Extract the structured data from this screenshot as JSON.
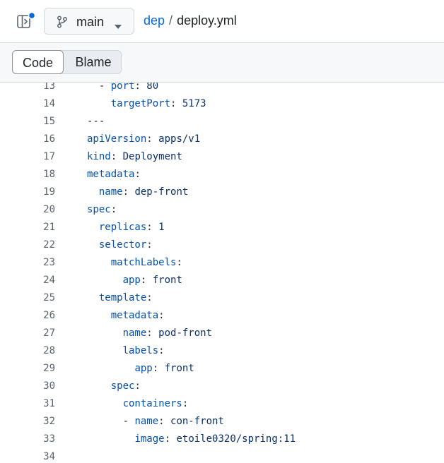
{
  "header": {
    "branch": "main",
    "repo": "dep",
    "separator": "/",
    "file": "deploy.yml"
  },
  "view_tabs": [
    "Code",
    "Blame"
  ],
  "code_lines": [
    {
      "n": "13",
      "indent": "  ",
      "dash": "- ",
      "key": "port",
      "colon": ":",
      "value": " 80"
    },
    {
      "n": "14",
      "indent": "    ",
      "dash": "",
      "key": "targetPort",
      "colon": ":",
      "value": " 5173"
    },
    {
      "n": "15",
      "indent": "",
      "dash": "",
      "key": "",
      "colon": "",
      "value": "---"
    },
    {
      "n": "16",
      "indent": "",
      "dash": "",
      "key": "apiVersion",
      "colon": ":",
      "value": " apps/v1"
    },
    {
      "n": "17",
      "indent": "",
      "dash": "",
      "key": "kind",
      "colon": ":",
      "value": " Deployment"
    },
    {
      "n": "18",
      "indent": "",
      "dash": "",
      "key": "metadata",
      "colon": ":",
      "value": ""
    },
    {
      "n": "19",
      "indent": "  ",
      "dash": "",
      "key": "name",
      "colon": ":",
      "value": " dep-front"
    },
    {
      "n": "20",
      "indent": "",
      "dash": "",
      "key": "spec",
      "colon": ":",
      "value": ""
    },
    {
      "n": "21",
      "indent": "  ",
      "dash": "",
      "key": "replicas",
      "colon": ":",
      "value": " 1"
    },
    {
      "n": "22",
      "indent": "  ",
      "dash": "",
      "key": "selector",
      "colon": ":",
      "value": ""
    },
    {
      "n": "23",
      "indent": "    ",
      "dash": "",
      "key": "matchLabels",
      "colon": ":",
      "value": ""
    },
    {
      "n": "24",
      "indent": "      ",
      "dash": "",
      "key": "app",
      "colon": ":",
      "value": " front"
    },
    {
      "n": "25",
      "indent": "  ",
      "dash": "",
      "key": "template",
      "colon": ":",
      "value": ""
    },
    {
      "n": "26",
      "indent": "    ",
      "dash": "",
      "key": "metadata",
      "colon": ":",
      "value": ""
    },
    {
      "n": "27",
      "indent": "      ",
      "dash": "",
      "key": "name",
      "colon": ":",
      "value": " pod-front"
    },
    {
      "n": "28",
      "indent": "      ",
      "dash": "",
      "key": "labels",
      "colon": ":",
      "value": ""
    },
    {
      "n": "29",
      "indent": "        ",
      "dash": "",
      "key": "app",
      "colon": ":",
      "value": " front"
    },
    {
      "n": "30",
      "indent": "    ",
      "dash": "",
      "key": "spec",
      "colon": ":",
      "value": ""
    },
    {
      "n": "31",
      "indent": "      ",
      "dash": "",
      "key": "containers",
      "colon": ":",
      "value": ""
    },
    {
      "n": "32",
      "indent": "      ",
      "dash": "- ",
      "key": "name",
      "colon": ":",
      "value": " con-front"
    },
    {
      "n": "33",
      "indent": "        ",
      "dash": "",
      "key": "image",
      "colon": ":",
      "value": " etoile0320/spring:11"
    },
    {
      "n": "34",
      "indent": "",
      "dash": "",
      "key": "",
      "colon": "",
      "value": ""
    }
  ],
  "colors": {
    "link": "#0969da",
    "yaml_key": "#0550ae",
    "yaml_value": "#0a3069",
    "line_number": "#59636e",
    "notification_dot": "#0969da"
  }
}
